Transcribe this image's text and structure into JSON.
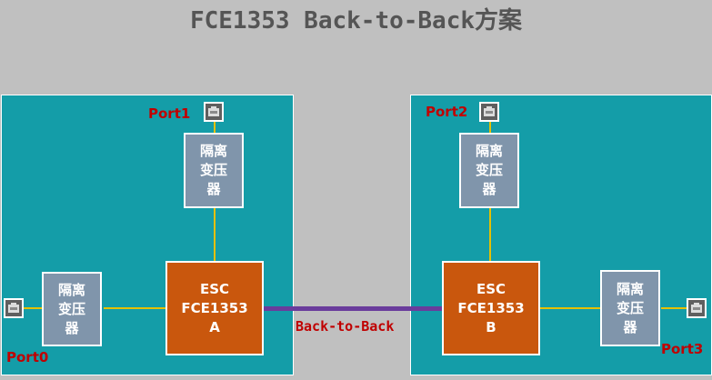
{
  "title": "FCE1353 Back-to-Back方案",
  "transformer_label": [
    "隔离",
    "变压",
    "器"
  ],
  "esc_a": {
    "line1": "ESC",
    "line2": "FCE1353",
    "line3": "A"
  },
  "esc_b": {
    "line1": "ESC",
    "line2": "FCE1353",
    "line3": "B"
  },
  "link_label": "Back-to-Back",
  "ports": {
    "p0": "Port0",
    "p1": "Port1",
    "p2": "Port2",
    "p3": "Port3"
  },
  "colors": {
    "background": "#c0c0c0",
    "panel": "#149da8",
    "transformer": "#8095ab",
    "esc": "#c9570d",
    "wire": "#e6c000",
    "back_to_back_link": "#6a3c9c",
    "port_label": "#c00000"
  },
  "icons": {
    "port": "rj45-jack-icon"
  }
}
